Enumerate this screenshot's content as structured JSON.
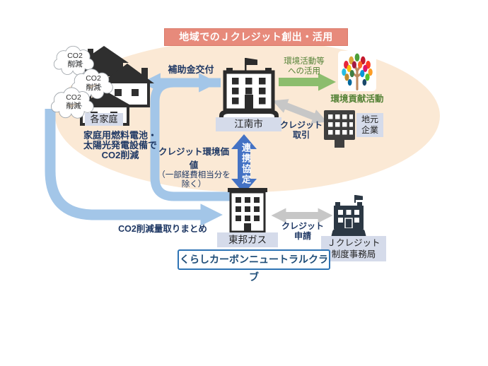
{
  "banner": {
    "title": "地域でのＪクレジット創出・活用"
  },
  "cloud": {
    "line1": "CO2",
    "line2": "削減"
  },
  "households": {
    "label": "各家庭",
    "note1": "家庭用燃料電池・",
    "note2": "太陽光発電設備で",
    "note3": "CO2削減"
  },
  "city": {
    "label": "江南市"
  },
  "tree": {
    "caption": "環境貢献活動",
    "leaf_colors": [
      "#E5243B",
      "#DDA63A",
      "#4C9F38",
      "#C5192D",
      "#FF3A21",
      "#26BDE2",
      "#FCC30B",
      "#A21942",
      "#FD6925",
      "#DD1367",
      "#FD9D24",
      "#BF8B2E",
      "#3F7E44",
      "#0A97D9",
      "#56C02B",
      "#00689D",
      "#19486A",
      "#E5243B",
      "#DDA63A"
    ]
  },
  "local_company": {
    "label1": "地元",
    "label2": "企業"
  },
  "toho_gas": {
    "label": "東邦ガス"
  },
  "jcredit_office": {
    "label1": "Ｊクレジット",
    "label2": "制度事務局"
  },
  "club": {
    "label": "くらしカーボンニュートラルクラブ"
  },
  "flows": {
    "subsidy": "補助金交付",
    "env_use1": "環境活動等",
    "env_use2": "への活用",
    "credit_trade1": "クレジット",
    "credit_trade2": "取引",
    "credit_value1": "クレジット環境価値",
    "credit_value2": "（一部経費相当分を",
    "credit_value3": "除く）",
    "partnership": "連携協定",
    "co2_aggregate": "CO2削減量取りまとめ",
    "credit_apply1": "クレジット",
    "credit_apply2": "申請"
  },
  "colors": {
    "banner_bg": "#E78A7B",
    "ellipse_bg": "#FBE9D5",
    "light_blue_arrow": "#A3C6E8",
    "dark_blue_arrow": "#4472C4",
    "navy_text": "#1F3864",
    "green_text": "#538135",
    "green_arrow": "#8CBD6D",
    "gray_arrow": "#C7C7C7",
    "label_bg": "#D5DBEA",
    "club_border": "#2E74B5"
  }
}
